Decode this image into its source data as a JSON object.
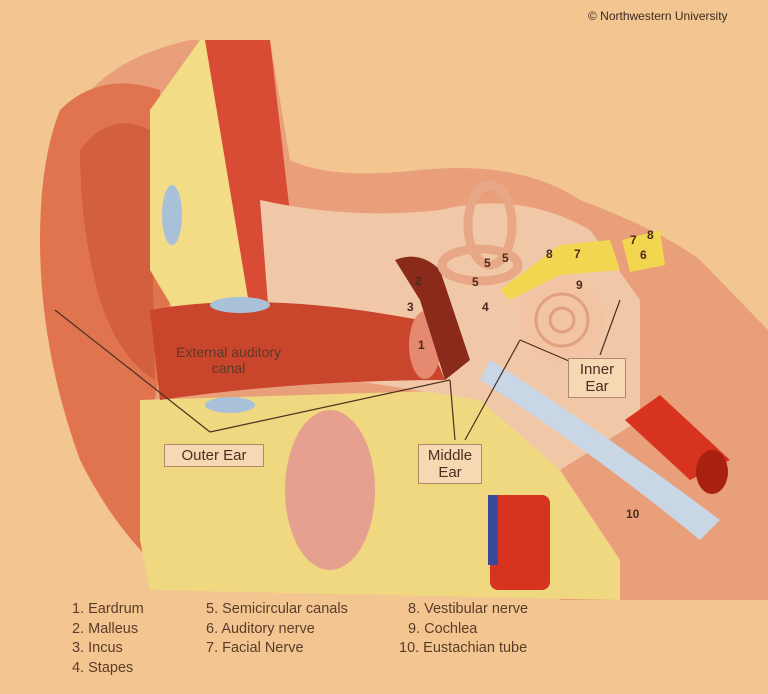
{
  "copyright": "© Northwestern University",
  "region_labels": {
    "external_canal": [
      "External auditory",
      "canal"
    ],
    "outer_ear": "Outer Ear",
    "middle_ear": [
      "Middle",
      "Ear"
    ],
    "inner_ear": [
      "Inner",
      "Ear"
    ]
  },
  "markers": {
    "m1": "1",
    "m2": "2",
    "m3": "3",
    "m4": "4",
    "m5a": "5",
    "m5b": "5",
    "m5c": "5",
    "m6": "6",
    "m7a": "7",
    "m7b": "7",
    "m8a": "8",
    "m8b": "8",
    "m9": "9",
    "m10": "10"
  },
  "legend": {
    "col1": [
      "1. Eardrum",
      "2. Malleus",
      "3. Incus",
      "4. Stapes"
    ],
    "col2": [
      "5. Semicircular canals",
      "6. Auditory nerve",
      "7. Facial Nerve"
    ],
    "col3": [
      "8. Vestibular nerve",
      "9. Cochlea",
      "10. Eustachian tube"
    ]
  },
  "colors": {
    "background": "#f3c590",
    "skin": "#e0744f",
    "fat": "#f2dc86",
    "bone": "#f0c8a8",
    "artery": "#d8331f"
  }
}
